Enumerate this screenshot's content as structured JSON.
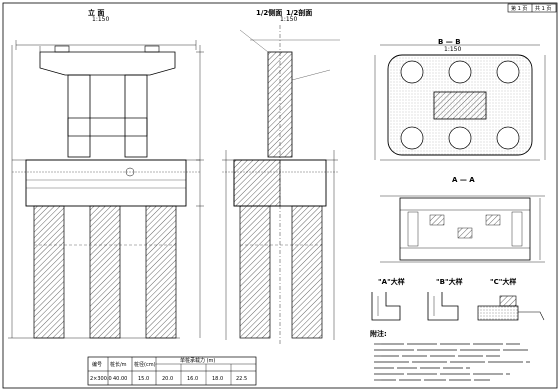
{
  "titleblock": {
    "page_label": "第 1 页",
    "total_label": "共 1 页"
  },
  "views": {
    "elevation": {
      "title": "立 面",
      "scale": "1:150"
    },
    "half_sections": {
      "title_left": "1/2侧面",
      "title_right": "1/2剖面",
      "scale": "1:150"
    },
    "section_bb": {
      "title": "B — B",
      "scale": "1:150"
    },
    "section_aa": {
      "title": "A — A"
    },
    "details": {
      "a": "\"A\"大样",
      "b": "\"B\"大样",
      "c": "\"C\"大样"
    }
  },
  "notes": {
    "heading": "附注:"
  },
  "table": {
    "headers": [
      "编号",
      "桩长/m",
      "桩径(cm)",
      "单桩承载力 (m)"
    ],
    "row": [
      "2×300.0",
      "40.00",
      "15.0",
      "20.0",
      "16.0",
      "18.0",
      "22.5"
    ]
  },
  "colors": {
    "ink": "#000000",
    "paper": "#ffffff"
  }
}
